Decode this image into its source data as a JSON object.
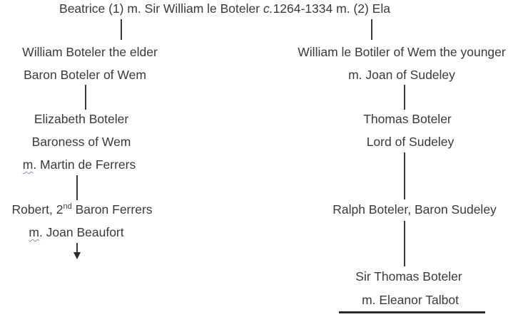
{
  "root": {
    "prefix": "Beatrice (1) m. Sir William le Boteler ",
    "circa": "c.",
    "suffix": "1264-1334 m. (2) Ela"
  },
  "left": {
    "gen1": {
      "line1": "William Boteler the elder",
      "line2": "Baron Boteler of Wem"
    },
    "gen2": {
      "line1": "Elizabeth Boteler",
      "line2": "Baroness of Wem",
      "line3_m": "m",
      "line3_rest": ". Martin de Ferrers"
    },
    "gen3": {
      "name_a": "Robert, 2",
      "ordinal": "nd",
      "name_b": " Baron Ferrers",
      "line2_m": "m",
      "line2_rest": ". Joan Beaufort"
    }
  },
  "right": {
    "gen1": {
      "line1": "William le Botiler of Wem the younger",
      "line2": "m. Joan of Sudeley"
    },
    "gen2": {
      "line1": "Thomas Boteler",
      "line2": "Lord of Sudeley"
    },
    "gen3": {
      "line1": "Ralph Boteler, Baron Sudeley"
    },
    "gen4": {
      "line1": "Sir Thomas Boteler",
      "line2": "m. Eleanor Talbot"
    }
  }
}
